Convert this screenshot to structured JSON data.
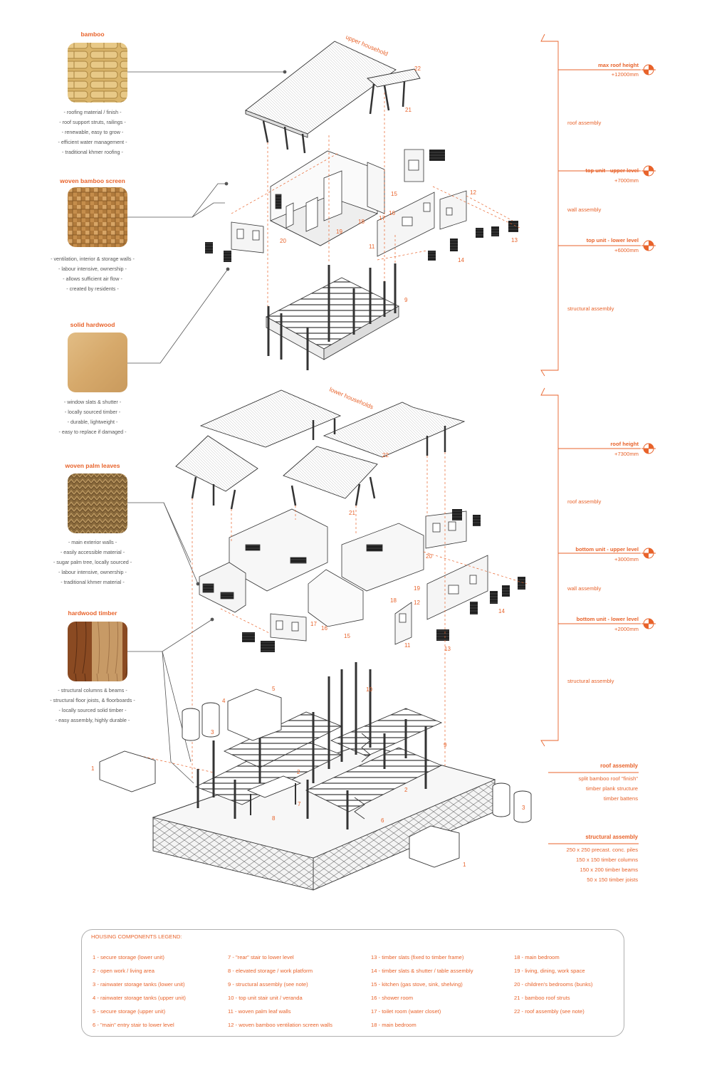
{
  "materials": [
    {
      "title": "bamboo",
      "bullets": [
        "- roofing material / finish -",
        "- roof support struts, railings -",
        "- renewable, easy to grow -",
        "- efficient water management -",
        "- traditional khmer roofing -"
      ]
    },
    {
      "title": "woven bamboo screen",
      "bullets": [
        "- ventilation, interior & storage walls -",
        "- labour intensive, ownership -",
        "- allows sufficient air flow -",
        "- created by residents -"
      ]
    },
    {
      "title": "solid hardwood",
      "bullets": [
        "- window slats & shutter -",
        "- locally sourced timber -",
        "- durable, lightweight -",
        "- easy to replace if damaged -"
      ]
    },
    {
      "title": "woven palm leaves",
      "bullets": [
        "- main exterior walls -",
        "- easily accessible material -",
        "- sugar palm tree, locally sourced -",
        "- labour intensive, ownership -",
        "- traditional khmer material -"
      ]
    },
    {
      "title": "hardwood timber",
      "bullets": [
        "- structural columns & beams -",
        "- structural floor joists, & floorboards -",
        "- locally sourced solid timber -",
        "- easy assembly, highly durable -"
      ]
    }
  ],
  "sections": {
    "upper": "upper household",
    "lower": "lower households"
  },
  "levels": [
    {
      "name": "max roof height",
      "value": "+12000mm"
    },
    {
      "name": "top unit - upper level",
      "value": "+7000mm"
    },
    {
      "name": "top unit - lower level",
      "value": "+6000mm"
    },
    {
      "name": "roof height",
      "value": "+7300mm"
    },
    {
      "name": "bottom unit - upper level",
      "value": "+3000mm"
    },
    {
      "name": "bottom unit - lower level",
      "value": "+2000mm"
    }
  ],
  "assemblies": {
    "roof": "roof assembly",
    "wall": "wall assembly",
    "structural": "structural assembly"
  },
  "notes": {
    "roof_title": "roof assembly",
    "roof_lines": [
      "split bamboo roof \"finish\"",
      "timber plank structure",
      "timber battens"
    ],
    "struct_title": "structural assembly",
    "struct_lines": [
      "250 x 250 precast. conc. piles",
      "150 x 150 timber columns",
      "150 x 200 timber beams",
      "50 x 150 timber joists"
    ]
  },
  "callouts": {
    "n1": "1",
    "n2": "2",
    "n3": "3",
    "n4": "4",
    "n5": "5",
    "n6": "6",
    "n7": "7",
    "n8": "8",
    "n9": "9",
    "n10": "10",
    "n11": "11",
    "n12": "12",
    "n13": "13",
    "n14": "14",
    "n15": "15",
    "n16": "16",
    "n17": "17",
    "n18": "18",
    "n19": "19",
    "n20": "20",
    "n21": "21",
    "n22": "22"
  },
  "legend": {
    "title": "HOUSING COMPONENTS LEGEND:",
    "col1": [
      "1 - secure storage (lower unit)",
      "2 - open work / living area",
      "3 - rainwater storage tanks (lower unit)",
      "4 - rainwater storage tanks (upper unit)",
      "5 - secure storage (upper unit)",
      "6 - \"main\" entry stair to lower level"
    ],
    "col2": [
      "7 - \"rear\" stair to lower level",
      "8 - elevated storage / work platform",
      "9 - structural assembly (see note)",
      "10 - top unit stair unit / veranda",
      "11 - woven palm leaf walls",
      "12 - woven bamboo ventilation screen walls"
    ],
    "col3": [
      "13 - timber slats (fixed to timber frame)",
      "14 - timber slats & shutter / table assembly",
      "15 - kitchen (gas stove, sink, shelving)",
      "16 - shower room",
      "17 - toilet room (water closet)",
      "18 - main bedroom"
    ],
    "col4": [
      "18 - main bedroom",
      "19 - living, dining, work space",
      "20 - children's bedrooms (bunks)",
      "21  - bamboo roof struts",
      "22 - roof assembly (see note)"
    ]
  },
  "colors": {
    "accent": "#e8632b",
    "line": "#555555",
    "grey": "#888888"
  }
}
